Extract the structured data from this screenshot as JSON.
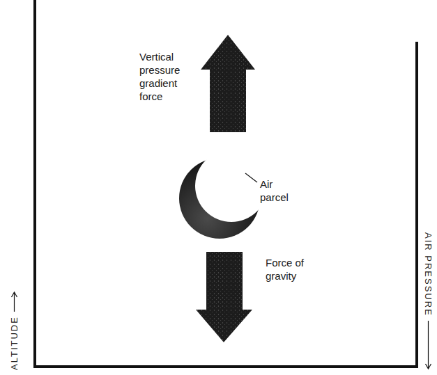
{
  "diagram": {
    "labels": [
      "Vertical pressure gradient force",
      "Air parcel",
      "Force of gravity",
      "ALTITUDE",
      "AIR PRESSURE"
    ]
  }
}
